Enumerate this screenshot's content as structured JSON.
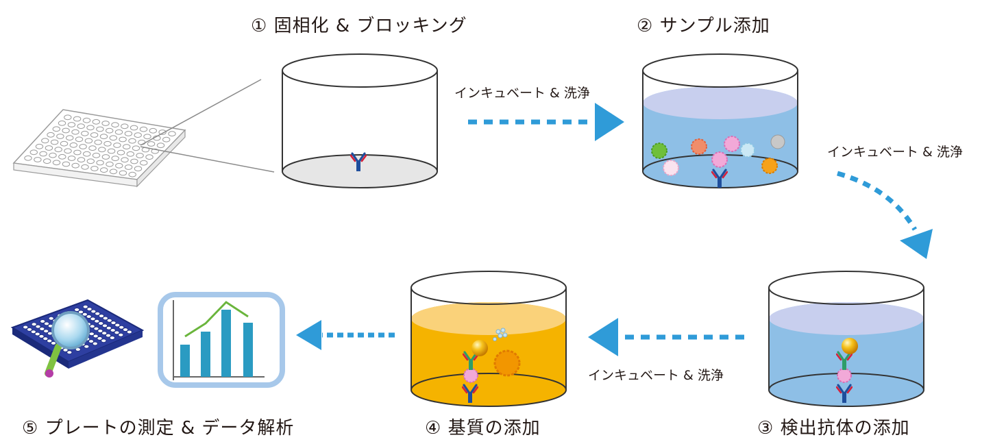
{
  "steps": {
    "step1": "① 固相化 & ブロッキング",
    "step2": "② サンプル添加",
    "step3": "③ 検出抗体の添加",
    "step4": "④ 基質の添加",
    "step5": "⑤ プレートの測定 & データ解析"
  },
  "arrows": {
    "wash1": "インキュベート & 洗浄",
    "wash2": "インキュベート & 洗浄",
    "wash3": "インキュベート & 洗浄"
  },
  "colors": {
    "arrow_blue": "#2f9bd8",
    "liquid_blue": "#8ebfe6",
    "liquid_orange": "#f5b300",
    "antibody_blue": "#1f4e9c",
    "antibody_red": "#d6203a",
    "antibody_green": "#2e9d6a"
  },
  "icons": {
    "plate": "microplate-icon",
    "magnifier": "magnifier-icon",
    "chart": "bar-chart-icon"
  }
}
